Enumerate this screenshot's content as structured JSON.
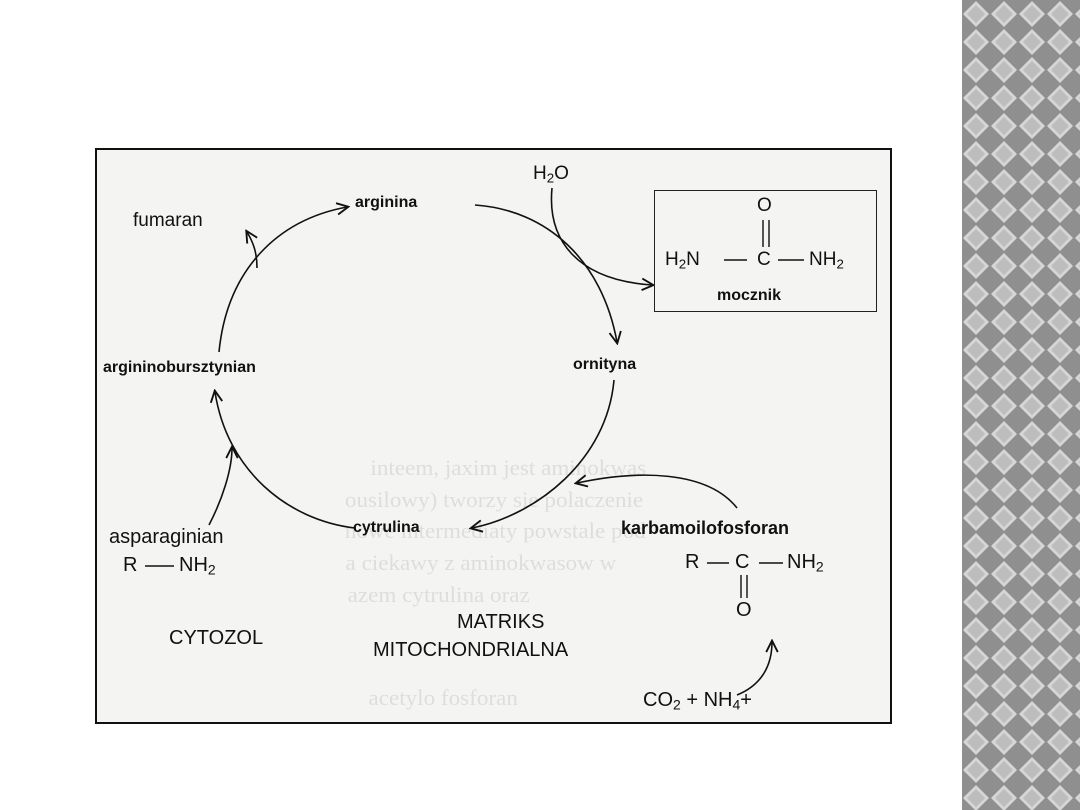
{
  "diagram": {
    "title_labels": {
      "arginina": "arginina",
      "ornityna": "ornityna",
      "cytrulina": "cytrulina",
      "argininobursztynian": "argininobursztynian",
      "fumaran": "fumaran",
      "asparaginian": "asparaginian",
      "karbamoilofosforan": "karbamoilofosforan",
      "mocznik": "mocznik"
    },
    "formulas": {
      "water": {
        "base": "H",
        "sub": "2",
        "tail": "O"
      },
      "co2": {
        "base": "CO",
        "sub": "2",
        "tail": " + NH"
      },
      "nh4": {
        "sub": "4",
        "tail": "+"
      },
      "r_nh2_asp": {
        "r": "R",
        "nh": "NH",
        "sub": "2"
      },
      "urea_left": {
        "h": "H",
        "sub": "2",
        "n": "N"
      },
      "urea_c": "C",
      "urea_o": "O",
      "urea_right": {
        "nh": "NH",
        "sub": "2"
      },
      "carb_r": "R",
      "carb_c": "C",
      "carb_nh": {
        "nh": "NH",
        "sub": "2"
      },
      "carb_o": "O"
    },
    "regions": {
      "cytozol": "CYTOZOL",
      "matriks_line1": "MATRIKS",
      "matriks_line2": "MITOCHONDRIALNA"
    }
  },
  "colors": {
    "figure_bg": "#f4f4f2",
    "ink": "#111111",
    "strip_base": "#8f8f8f",
    "strip_diamond": "#d9d9d9"
  }
}
